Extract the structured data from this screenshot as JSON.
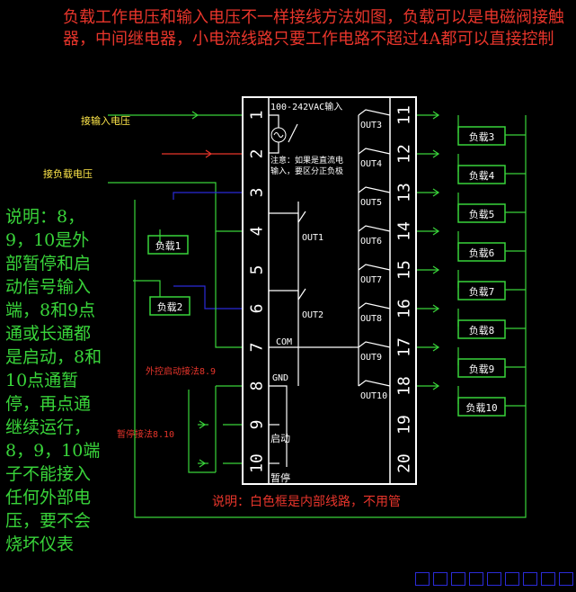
{
  "notes": {
    "top": "负载工作电压和输入电压不一样接线方法如图，负载可以是电磁阀接触器，中间继电器，小电流线路只要工作电路不超过4A都可以直接控制",
    "left": "说明：8，9，10是外部暂停和启动信号输入端，8和9点通或长通都是启动，8和10点通暂停，再点通继续运行，8，9，10端子不能接入任何外部电压，要不会烧坏仪表",
    "bottom": "说明：白色框是内部线路，不用管"
  },
  "wiring_labels": {
    "input_voltage": "接输入电压",
    "load_voltage": "接负载电压",
    "ext_start": "外控启动接法8.9",
    "pause": "暂停接法8.10"
  },
  "module": {
    "power_label": "100-242VAC输入",
    "dc_note_line1": "注意：如果是直流电",
    "dc_note_line2": "输入，要区分正负极",
    "com_label": "COM",
    "gnd_label": "GND",
    "start_label": "启动",
    "pause_label": "暂停",
    "left_terminals": [
      "1",
      "2",
      "3",
      "4",
      "5",
      "6",
      "7",
      "8",
      "9",
      "10"
    ],
    "right_terminals": [
      "11",
      "12",
      "13",
      "14",
      "15",
      "16",
      "17",
      "18",
      "19",
      "20"
    ],
    "out_left": [
      "OUT1",
      "OUT2"
    ],
    "out_right": [
      "OUT3",
      "OUT4",
      "OUT5",
      "OUT6",
      "OUT7",
      "OUT8",
      "OUT9",
      "OUT10"
    ]
  },
  "loads_left": [
    "负载1",
    "负载2"
  ],
  "loads_right": [
    "负载3",
    "负载4",
    "负载5",
    "负载6",
    "负载7",
    "负载8",
    "负载9",
    "负载10"
  ],
  "colors": {
    "background": "#000000",
    "wire_green": "#39d43a",
    "wire_red": "#e8352b",
    "wire_blue": "#2b2bd8",
    "internal_white": "#ffffff",
    "note_red": "#e8352b",
    "note_green": "#39d43a"
  }
}
